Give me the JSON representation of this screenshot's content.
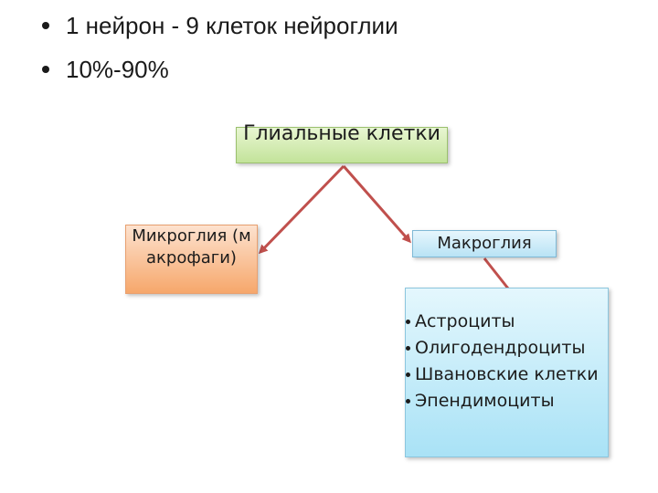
{
  "bullets": [
    "1 нейрон - 9 клеток нейроглии",
    "10%-90%"
  ],
  "diagram": {
    "root": "Глиальные клетки",
    "left_branch": "Микроглия (макрофаги)",
    "right_branch": "Макроглия",
    "macroglia_types": [
      "Астроциты",
      "Олигодендроциты",
      "Швановские клетки",
      "Эпендимоциты"
    ]
  },
  "colors": {
    "arrow": "#c0504d",
    "root_fill": "#c3e39a",
    "micro_fill": "#f6a76b",
    "macro_fill": "#b9e3f5"
  }
}
